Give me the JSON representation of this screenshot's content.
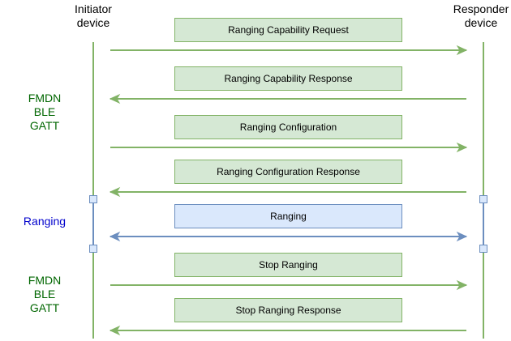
{
  "participants": {
    "initiator": [
      "Initiator",
      "device"
    ],
    "responder": [
      "Responder",
      "device"
    ]
  },
  "side_labels": [
    {
      "lines": [
        "FMDN",
        "BLE",
        "GATT"
      ],
      "color": "#006600"
    },
    {
      "lines": [
        "Ranging"
      ],
      "color": "#0000CC"
    },
    {
      "lines": [
        "FMDN",
        "BLE",
        "GATT"
      ],
      "color": "#006600"
    }
  ],
  "messages": [
    {
      "label": "Ranging Capability Request",
      "direction": "right",
      "fill": "#D5E8D4",
      "stroke": "#82B366",
      "arrow": "#82B366"
    },
    {
      "label": "Ranging Capability Response",
      "direction": "left",
      "fill": "#D5E8D4",
      "stroke": "#82B366",
      "arrow": "#82B366"
    },
    {
      "label": "Ranging Configuration",
      "direction": "right",
      "fill": "#D5E8D4",
      "stroke": "#82B366",
      "arrow": "#82B366"
    },
    {
      "label": "Ranging Configuration Response",
      "direction": "left",
      "fill": "#D5E8D4",
      "stroke": "#82B366",
      "arrow": "#82B366"
    },
    {
      "label": "Ranging",
      "direction": "both",
      "fill": "#DAE8FC",
      "stroke": "#6C8EBF",
      "arrow": "#6C8EBF"
    },
    {
      "label": "Stop Ranging",
      "direction": "right",
      "fill": "#D5E8D4",
      "stroke": "#82B366",
      "arrow": "#82B366"
    },
    {
      "label": "Stop Ranging Response",
      "direction": "left",
      "fill": "#D5E8D4",
      "stroke": "#82B366",
      "arrow": "#82B366"
    }
  ],
  "colors": {
    "lifeline_green": "#82B366",
    "lifeline_blue": "#6C8EBF",
    "marker_fill": "#DAE8FC"
  }
}
